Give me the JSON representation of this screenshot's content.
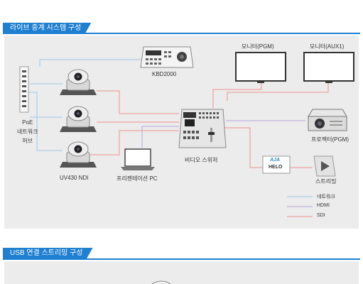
{
  "section1": {
    "title": "라이브 중계 시스템 구성"
  },
  "section2": {
    "title": "USB 연결 스트리밍 구성"
  },
  "labels": {
    "poe_hub": [
      "PoE",
      "네트워크",
      "허브"
    ],
    "kbd": "KBD2000",
    "camera": "UV430 NDI",
    "pc": "프리젠테이션 PC",
    "switcher": "비디오 스위처",
    "monitor_pgm": "모니터(PGM)",
    "monitor_aux": "모니터(AUX1)",
    "projector": "프로젝터(PGM)",
    "helo_brand": "AJA",
    "helo_name": "HELO",
    "streaming": "스트리밍"
  },
  "legend": [
    {
      "label": "네트워크",
      "color": "#9ac8e8"
    },
    {
      "label": "HDMI",
      "color": "#b7a6dc"
    },
    {
      "label": "SDI",
      "color": "#f09090"
    }
  ],
  "colors": {
    "accent": "#1f7fd0",
    "network": "#9ac8e8",
    "hdmi": "#b7a6dc",
    "sdi": "#f09090"
  }
}
